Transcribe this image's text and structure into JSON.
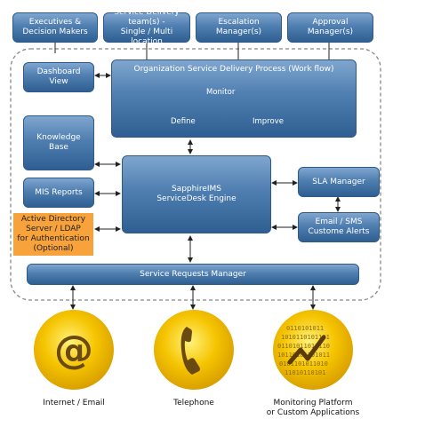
{
  "top": {
    "executives": "Executives &\nDecision Makers",
    "service_team": "Service Delivery\nteam(s) -\nSingle / Multi location",
    "escalation": "Escalation\nManager(s)",
    "approval": "Approval\nManager(s)"
  },
  "left": {
    "dashboard": "Dashboard\nView",
    "knowledge": "Knowledge\nBase",
    "mis": "MIS Reports",
    "ldap": "Active Directory\nServer / LDAP\nfor Authentication\n(Optional)"
  },
  "workflow": {
    "title": "Organization Service Delivery Process (Work flow)",
    "monitor": "Monitor",
    "define": "Define",
    "improve": "Improve"
  },
  "engine": "SapphireIMS\nServiceDesk Engine",
  "right": {
    "sla": "SLA Manager",
    "alerts": "Email / SMS\nCustome Alerts"
  },
  "requests_manager": "Service Requests Manager",
  "bottom": {
    "internet": "Internet / Email",
    "telephone": "Telephone",
    "monitoring": "Monitoring Platform\nor Custom Applications"
  },
  "colors": {
    "box_blue": "#4f7eb0",
    "orange": "#f7a23a",
    "coin_yellow": "#f5c400"
  },
  "icons": [
    "at-sign-icon",
    "telephone-icon",
    "binary-chart-icon"
  ]
}
